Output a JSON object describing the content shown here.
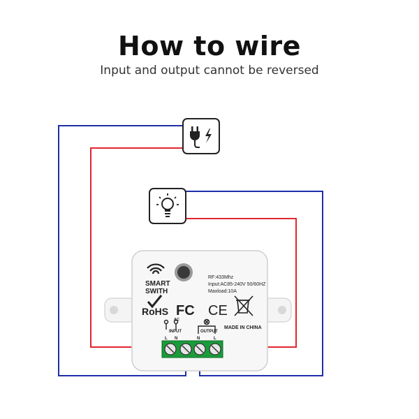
{
  "header": {
    "title": "How to wire",
    "subtitle": "Input and output cannot be reversed"
  },
  "device": {
    "brand_line1": "SMART",
    "brand_line2": "SWITH",
    "spec_rf": "RF:433Mhz",
    "spec_input": "Input:AC85-240V 50/60HZ",
    "spec_maxload": "Maxload:10A",
    "cert_rohs": "RoHS",
    "cert_fc": "FC",
    "cert_ce": "CE",
    "made_in": "MADE IN CHINA",
    "input_label": "INPUT",
    "output_label": "OUTPUT",
    "ac_label": "AC",
    "term_input_l": "L",
    "term_input_n": "N",
    "term_output_n": "N",
    "term_output_l": "L"
  },
  "icons": {
    "power_source": "power-plug-lightning-icon",
    "lamp": "light-bulb-icon",
    "wifi": "wireless-signal-icon",
    "weee": "crossed-bin-icon"
  },
  "colors": {
    "neutral_wire": "#1f2fa8",
    "live_wire": "#e0262e",
    "terminal_block": "#1a9c3a"
  }
}
